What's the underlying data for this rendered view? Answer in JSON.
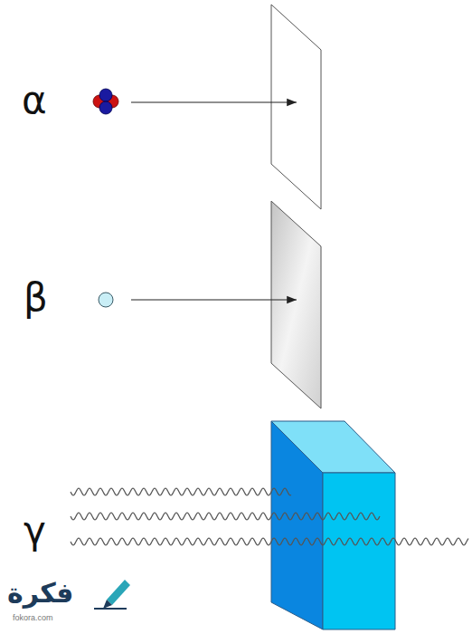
{
  "diagram": {
    "labels": [
      "α",
      "β",
      "γ",
      "فكرة",
      "fokora.com"
    ]
  }
}
